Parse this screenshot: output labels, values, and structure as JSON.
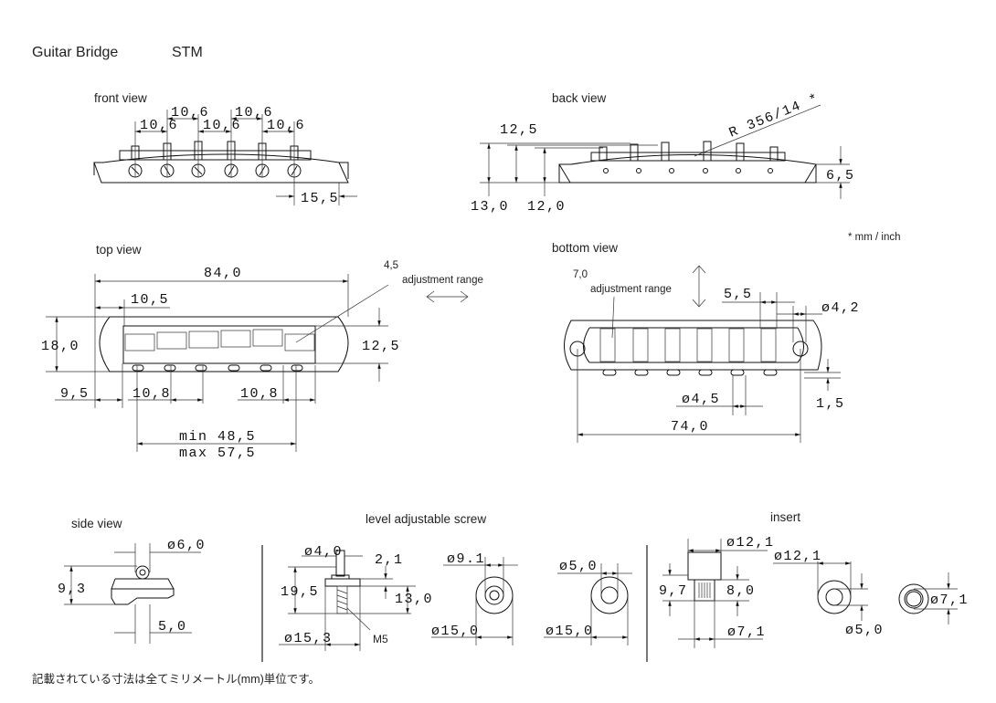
{
  "header": {
    "title": "Guitar Bridge",
    "model": "STM"
  },
  "unit_note": "* mm / inch",
  "footnote": "記載されている寸法は全てミリメートル(mm)単位です。",
  "front_view": {
    "label": "front view",
    "spacings": [
      "10,6",
      "10,6",
      "10,6",
      "10,6",
      "10,6"
    ],
    "end_offset": "15,5"
  },
  "back_view": {
    "label": "back view",
    "height_total": "13,0",
    "height_saddle": "12,5",
    "height_min": "12,0",
    "body_height": "6,5",
    "radius": "R 356/14 *"
  },
  "top_view": {
    "label": "top view",
    "length": "84,0",
    "offset_inner": "10,5",
    "width": "18,0",
    "inner_width": "12,5",
    "end_offset": "9,5",
    "spacing_left": "10,8",
    "spacing_right": "10,8",
    "span_min": "min 48,5",
    "span_max": "max 57,5",
    "adjust_value": "4,5",
    "adjust_label": "adjustment range"
  },
  "bottom_view": {
    "label": "bottom view",
    "adjust_value": "7,0",
    "adjust_label": "adjustment range",
    "hole_offset": "5,5",
    "hole_dia": "ø4,2",
    "screw_dia": "ø4,5",
    "screw_protrusion": "1,5",
    "hole_spacing": "74,0"
  },
  "side_view": {
    "label": "side view",
    "width": "ø6,0",
    "height": "9,3",
    "base": "5,0"
  },
  "screw": {
    "label": "level adjustable screw",
    "post_dia": "ø4,0",
    "head_height": "2,1",
    "total_height": "19,5",
    "thread_height": "13,0",
    "wheel_dia": "ø15,3",
    "thread": "M5",
    "wheel_a_inner": "ø9.1",
    "wheel_a_outer": "ø15,0",
    "wheel_b_inner": "ø5,0",
    "wheel_b_outer": "ø15,0"
  },
  "insert": {
    "label": "insert",
    "head_dia": "ø12,1",
    "top_dia": "ø12,1",
    "total_height": "9,7",
    "knurl_height": "8,0",
    "shaft_dia": "ø7,1",
    "bore_dia": "ø5,0",
    "bottom_dia": "ø7,1"
  }
}
